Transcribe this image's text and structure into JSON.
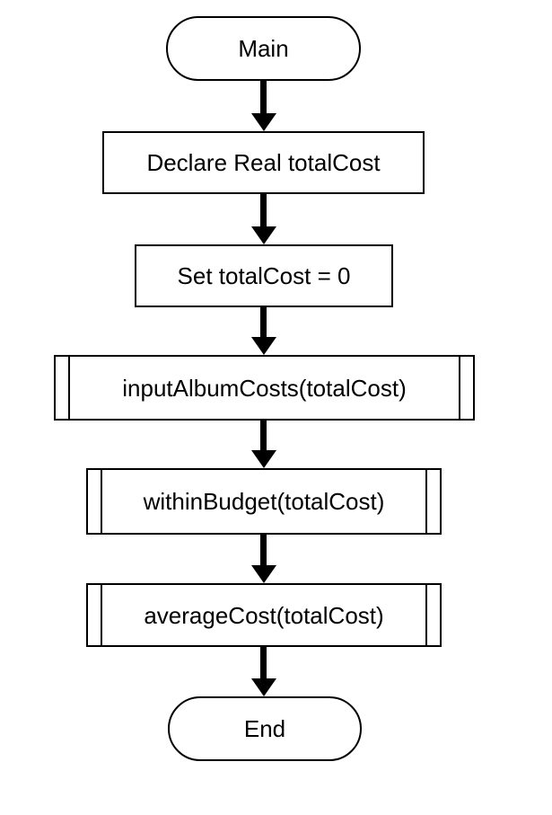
{
  "diagram": {
    "type": "flowchart",
    "colors": {
      "background": "#ffffff",
      "stroke": "#000000",
      "shape_fill": "#ffffff",
      "text": "#000000"
    },
    "nodes": [
      {
        "id": "main",
        "shape": "terminator",
        "label": "Main"
      },
      {
        "id": "declare-totalcost",
        "shape": "process",
        "label": "Declare Real totalCost"
      },
      {
        "id": "set-totalcost",
        "shape": "process",
        "label": "Set totalCost = 0"
      },
      {
        "id": "call-input-album-costs",
        "shape": "predefined-process",
        "label": "inputAlbumCosts(totalCost)"
      },
      {
        "id": "call-within-budget",
        "shape": "predefined-process",
        "label": "withinBudget(totalCost)"
      },
      {
        "id": "call-average-cost",
        "shape": "predefined-process",
        "label": "averageCost(totalCost)"
      },
      {
        "id": "end",
        "shape": "terminator",
        "label": "End"
      }
    ],
    "edges": [
      {
        "from": "main",
        "to": "declare-totalcost"
      },
      {
        "from": "declare-totalcost",
        "to": "set-totalcost"
      },
      {
        "from": "set-totalcost",
        "to": "call-input-album-costs"
      },
      {
        "from": "call-input-album-costs",
        "to": "call-within-budget"
      },
      {
        "from": "call-within-budget",
        "to": "call-average-cost"
      },
      {
        "from": "call-average-cost",
        "to": "end"
      }
    ]
  }
}
